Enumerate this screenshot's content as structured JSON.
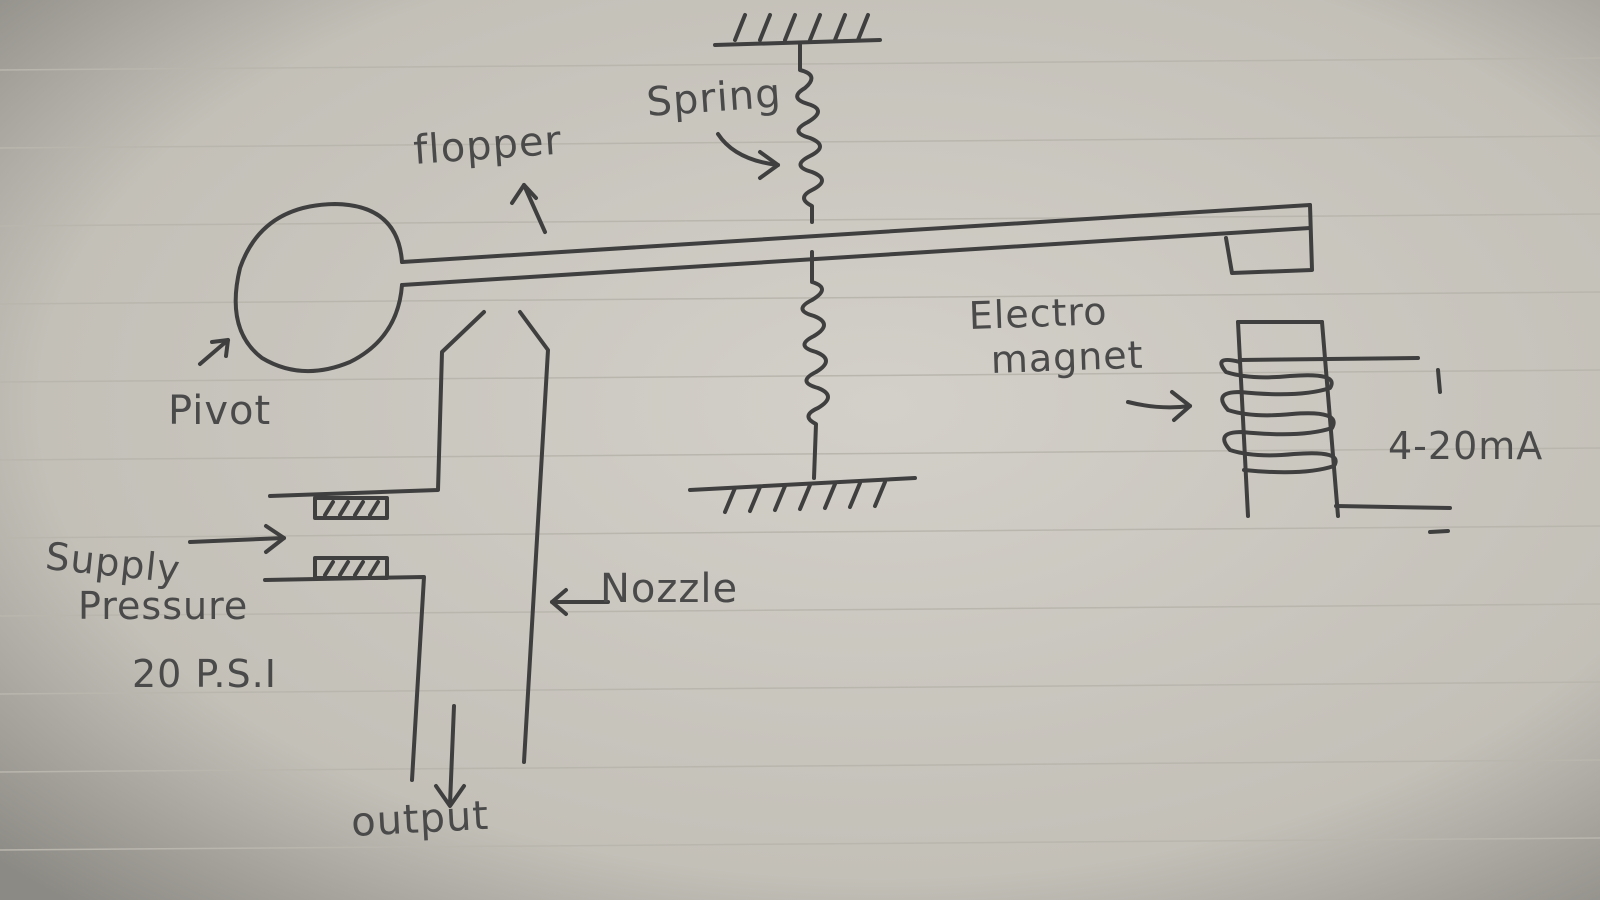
{
  "labels": {
    "spring": "Spring",
    "flopper": "flopper",
    "pivot": "Pivot",
    "electro": "Electro",
    "magnet": "magnet",
    "current": "4-20mA",
    "supply": "Supply",
    "pressure": "Pressure",
    "psi": "20 P.S.I",
    "nozzle": "Nozzle",
    "output": "output"
  },
  "colors": {
    "paper": "#cfccc5",
    "pencil": "#3f3f3f",
    "rule_line": "#b9b6ae"
  }
}
